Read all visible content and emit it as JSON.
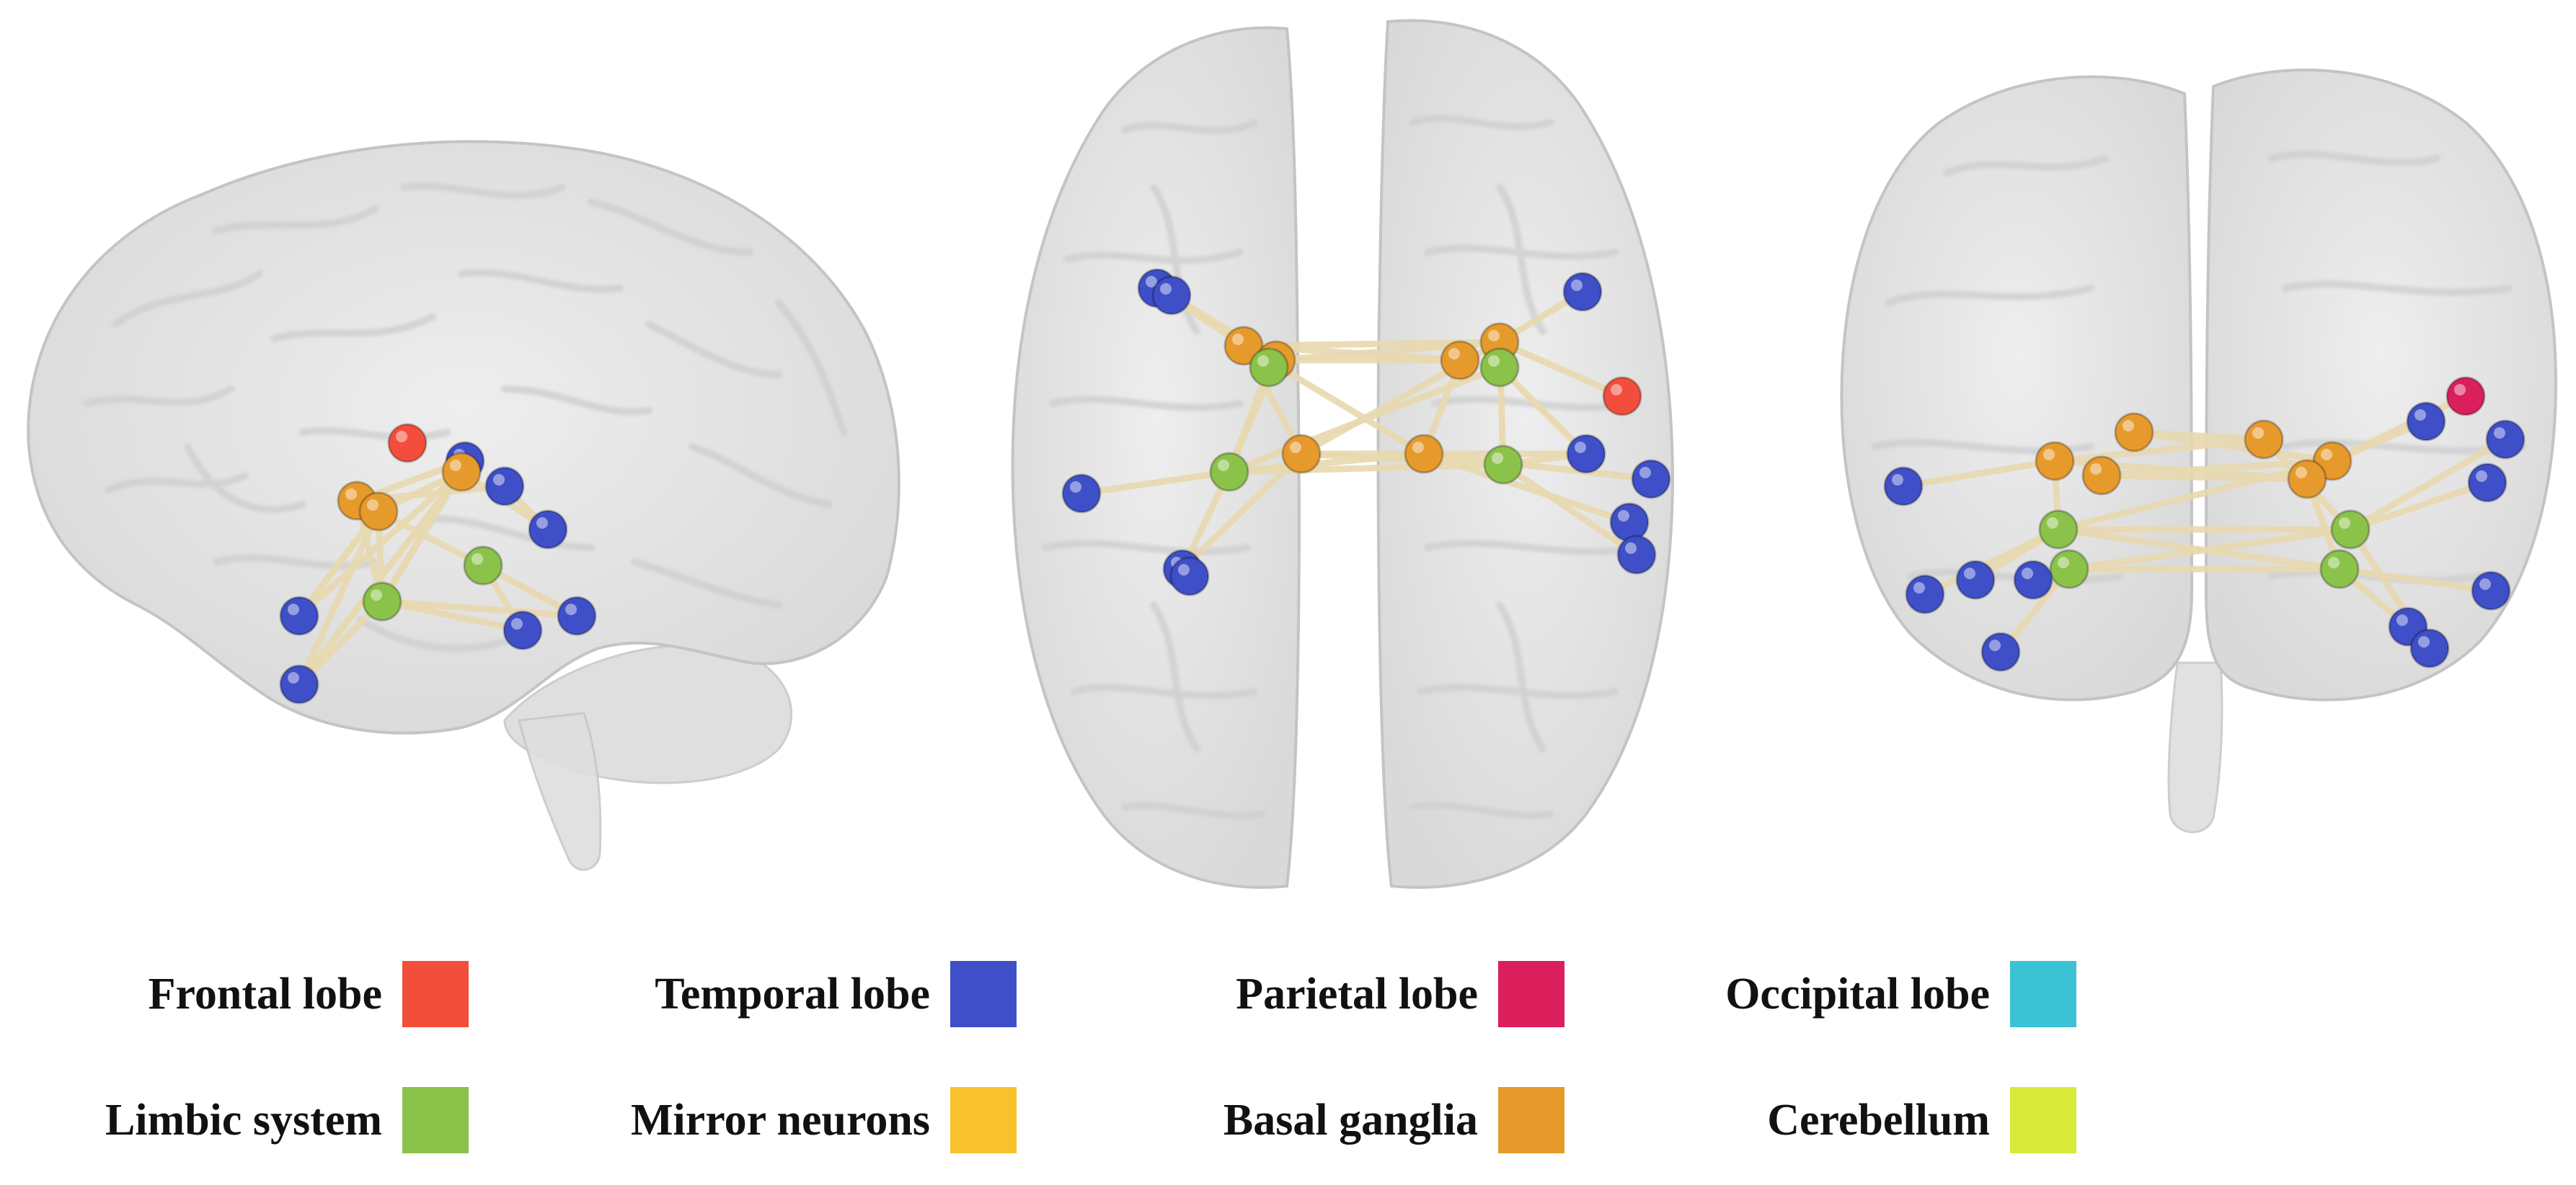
{
  "legend": [
    {
      "label": "Frontal lobe",
      "color": "#F24E3B"
    },
    {
      "label": "Temporal lobe",
      "color": "#3E4FC8"
    },
    {
      "label": "Parietal lobe",
      "color": "#DA1F5C"
    },
    {
      "label": "Occipital lobe",
      "color": "#3BC2D5"
    },
    {
      "label": "Limbic system",
      "color": "#8BC34A"
    },
    {
      "label": "Mirror neurons",
      "color": "#F8C12D"
    },
    {
      "label": "Basal ganglia",
      "color": "#E79A2C"
    },
    {
      "label": "Cerebellum",
      "color": "#D7EA3A"
    }
  ],
  "views": [
    {
      "name": "sagittal",
      "nodes": [
        {
          "region": "Frontal lobe"
        },
        {
          "region": "Temporal lobe"
        },
        {
          "region": "Temporal lobe"
        },
        {
          "region": "Basal ganglia"
        },
        {
          "region": "Basal ganglia"
        },
        {
          "region": "Basal ganglia"
        },
        {
          "region": "Temporal lobe"
        },
        {
          "region": "Limbic system"
        },
        {
          "region": "Limbic system"
        },
        {
          "region": "Temporal lobe"
        },
        {
          "region": "Temporal lobe"
        },
        {
          "region": "Temporal lobe"
        },
        {
          "region": "Temporal lobe"
        }
      ]
    },
    {
      "name": "axial",
      "nodes": [
        {
          "region": "Temporal lobe"
        },
        {
          "region": "Temporal lobe"
        },
        {
          "region": "Basal ganglia"
        },
        {
          "region": "Basal ganglia"
        },
        {
          "region": "Limbic system"
        },
        {
          "region": "Basal ganglia"
        },
        {
          "region": "Limbic system"
        },
        {
          "region": "Temporal lobe"
        },
        {
          "region": "Temporal lobe"
        },
        {
          "region": "Temporal lobe"
        },
        {
          "region": "Temporal lobe"
        },
        {
          "region": "Basal ganglia"
        },
        {
          "region": "Basal ganglia"
        },
        {
          "region": "Limbic system"
        },
        {
          "region": "Basal ganglia"
        },
        {
          "region": "Limbic system"
        },
        {
          "region": "Frontal lobe"
        },
        {
          "region": "Temporal lobe"
        },
        {
          "region": "Temporal lobe"
        },
        {
          "region": "Temporal lobe"
        },
        {
          "region": "Temporal lobe"
        }
      ]
    },
    {
      "name": "coronal",
      "nodes": [
        {
          "region": "Temporal lobe"
        },
        {
          "region": "Basal ganglia"
        },
        {
          "region": "Basal ganglia"
        },
        {
          "region": "Basal ganglia"
        },
        {
          "region": "Limbic system"
        },
        {
          "region": "Limbic system"
        },
        {
          "region": "Temporal lobe"
        },
        {
          "region": "Temporal lobe"
        },
        {
          "region": "Temporal lobe"
        },
        {
          "region": "Temporal lobe"
        },
        {
          "region": "Basal ganglia"
        },
        {
          "region": "Basal ganglia"
        },
        {
          "region": "Basal ganglia"
        },
        {
          "region": "Limbic system"
        },
        {
          "region": "Limbic system"
        },
        {
          "region": "Parietal lobe"
        },
        {
          "region": "Temporal lobe"
        },
        {
          "region": "Temporal lobe"
        },
        {
          "region": "Temporal lobe"
        },
        {
          "region": "Temporal lobe"
        },
        {
          "region": "Temporal lobe"
        },
        {
          "region": "Temporal lobe"
        }
      ]
    }
  ]
}
